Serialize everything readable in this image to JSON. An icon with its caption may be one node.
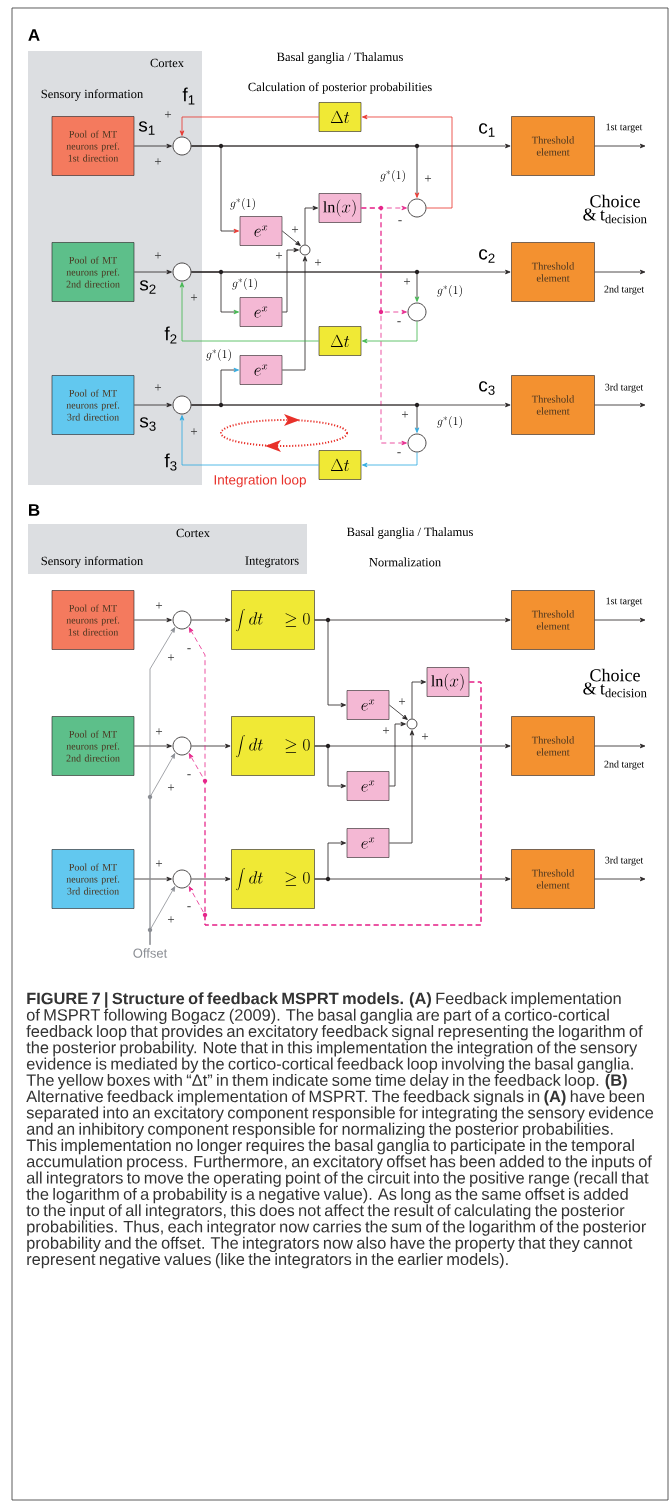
{
  "diagram": {
    "nodes": [
      {
        "text": [
          "Cortex",
          "Sensory information"
        ]
      },
      {
        "text": [
          "Pool of MT neurons pref. 1st direction"
        ],
        "in": 0
      },
      {
        "text": [
          "Pool of MT neurons pref. 2nd direction"
        ],
        "in": 0
      },
      {
        "text": [
          "Pool of MT neurons pref. 3rd direction"
        ],
        "in": 0
      },
      {
        "text": [],
        "shape": "circle",
        "in": 0
      },
      {
        "text": [],
        "shape": "circle",
        "in": 0
      },
      {
        "text": [],
        "shape": "circle",
        "in": 0
      },
      {
        "text": [
          "Threshold element"
        ]
      },
      {
        "text": [
          "Threshold element"
        ]
      },
      {
        "text": [
          "Threshold element"
        ]
      },
      {
        "text": [
          "e^{x}"
        ]
      },
      {
        "text": [
          "e^{x}"
        ]
      },
      {
        "text": [
          "e^{x}"
        ]
      },
      {
        "text": [],
        "shape": "circle"
      },
      {
        "text": [
          "\\ln(x)"
        ]
      },
      {
        "text": [],
        "shape": "circle"
      },
      {
        "text": [],
        "shape": "circle"
      },
      {
        "text": [],
        "shape": "circle"
      },
      {
        "text": [
          "\\Delta t"
        ]
      },
      {
        "text": [
          "\\Delta t"
        ]
      },
      {
        "text": [
          "\\Delta t"
        ]
      },
      {
        "text": [
          "Cortex",
          "Sensory information",
          "Integrators"
        ]
      },
      {
        "text": [
          "Pool of MT neurons pref. 1st direction"
        ]
      },
      {
        "text": [
          "Pool of MT neurons pref. 2nd direction"
        ]
      },
      {
        "text": [
          "Pool of MT neurons pref. 3rd direction"
        ]
      },
      {
        "text": [],
        "shape": "circle"
      },
      {
        "text": [],
        "shape": "circle"
      },
      {
        "text": [],
        "shape": "circle"
      },
      {
        "text": [
          "\\int dt \\quad \\geq 0"
        ]
      },
      {
        "text": [
          "\\int dt \\quad \\geq 0"
        ]
      },
      {
        "text": [
          "\\int dt \\quad \\geq 0"
        ]
      },
      {
        "text": [
          "Threshold element"
        ]
      },
      {
        "text": [
          "Threshold element"
        ]
      },
      {
        "text": [
          "Threshold element"
        ]
      },
      {
        "text": [
          "e^{x}"
        ]
      },
      {
        "text": [
          "e^{x}"
        ]
      },
      {
        "text": [
          "e^{x}"
        ]
      },
      {
        "text": [],
        "shape": "circle"
      },
      {
        "text": [
          "\\ln(x)"
        ]
      },
      {
        "text": [
          "Offset"
        ]
      }
    ],
    "edges": [
      {
        "from": 1,
        "to": 4,
        "arrow": "to",
        "label": "s$_{1}$"
      },
      {
        "from": 2,
        "to": 5,
        "arrow": "to",
        "label": "s$_{2}$"
      },
      {
        "from": 3,
        "to": 6,
        "arrow": "to",
        "label": "s$_{3}$"
      },
      {
        "from": 4,
        "to": 7,
        "arrow": "to",
        "label": "c$_{1}$"
      },
      {
        "from": 5,
        "to": 8,
        "arrow": "to",
        "label": "c$_{2}$"
      },
      {
        "from": 6,
        "to": 9,
        "arrow": "to",
        "label": "c$_{3}$"
      },
      {
        "from": 4,
        "to": 10,
        "arrow": "to"
      },
      {
        "from": 5,
        "to": 11,
        "arrow": "to"
      },
      {
        "from": 6,
        "to": 12,
        "arrow": "to"
      },
      {
        "from": 10,
        "to": 13,
        "arrow": "to"
      },
      {
        "from": 11,
        "to": 13,
        "arrow": "to"
      },
      {
        "from": 12,
        "to": 13,
        "arrow": "to"
      },
      {
        "from": 13,
        "to": 14,
        "arrow": "to"
      },
      {
        "from": 14,
        "to": 15,
        "arrow": "to",
        "style": "dashed",
        "color": "#e6268b"
      },
      {
        "from": 14,
        "to": 16,
        "arrow": "to",
        "style": "dashed",
        "color": "#e6268b"
      },
      {
        "from": 14,
        "to": 17,
        "arrow": "to",
        "style": "dashed",
        "color": "#e6268b"
      },
      {
        "from": 4,
        "to": 15,
        "arrow": "to"
      },
      {
        "from": 5,
        "to": 16,
        "arrow": "to"
      },
      {
        "from": 6,
        "to": 17,
        "arrow": "to"
      },
      {
        "from": 15,
        "to": 18,
        "arrow": "to",
        "color": "#e8312a"
      },
      {
        "from": 16,
        "to": 19,
        "arrow": "to",
        "color": "#3cb54a"
      },
      {
        "from": 17,
        "to": 20,
        "arrow": "to",
        "color": "#29a8e0"
      },
      {
        "from": 18,
        "to": 4,
        "arrow": "to",
        "color": "#e8312a",
        "label": "f$_{1}$"
      },
      {
        "from": 19,
        "to": 5,
        "arrow": "to",
        "color": "#3cb54a",
        "label": "f$_{2}$"
      },
      {
        "from": 20,
        "to": 6,
        "arrow": "to",
        "color": "#29a8e0",
        "label": "f$_{3}$"
      },
      {
        "from": 7,
        "to": null,
        "arrow": "to",
        "label": "1st target"
      },
      {
        "from": 8,
        "to": null,
        "arrow": "to",
        "label": "2nd target"
      },
      {
        "from": 9,
        "to": null,
        "arrow": "to",
        "label": "3rd target"
      },
      {
        "from": 22,
        "to": 25,
        "arrow": "to"
      },
      {
        "from": 23,
        "to": 26,
        "arrow": "to"
      },
      {
        "from": 24,
        "to": 27,
        "arrow": "to"
      },
      {
        "from": 25,
        "to": 28,
        "arrow": "to"
      },
      {
        "from": 26,
        "to": 29,
        "arrow": "to"
      },
      {
        "from": 27,
        "to": 30,
        "arrow": "to"
      },
      {
        "from": 28,
        "to": 31,
        "arrow": "to"
      },
      {
        "from": 29,
        "to": 32,
        "arrow": "to"
      },
      {
        "from": 30,
        "to": 33,
        "arrow": "to"
      },
      {
        "from": 28,
        "to": 34,
        "arrow": "to"
      },
      {
        "from": 29,
        "to": 35,
        "arrow": "to"
      },
      {
        "from": 30,
        "to": 36,
        "arrow": "to"
      },
      {
        "from": 34,
        "to": 37,
        "arrow": "to"
      },
      {
        "from": 35,
        "to": 37,
        "arrow": "to"
      },
      {
        "from": 36,
        "to": 37,
        "arrow": "to"
      },
      {
        "from": 37,
        "to": 38,
        "arrow": "to"
      },
      {
        "from": 38,
        "to": 25,
        "arrow": "to",
        "style": "dashed",
        "color": "#e6268b"
      },
      {
        "from": 38,
        "to": 26,
        "arrow": "to",
        "style": "dashed",
        "color": "#e6268b"
      },
      {
        "from": 38,
        "to": 27,
        "arrow": "to",
        "style": "dashed",
        "color": "#e6268b"
      },
      {
        "from": 39,
        "to": 25,
        "arrow": "to",
        "color": "#8a8d93"
      },
      {
        "from": 39,
        "to": 26,
        "arrow": "to",
        "color": "#8a8d93"
      },
      {
        "from": 39,
        "to": 27,
        "arrow": "to",
        "color": "#8a8d93"
      },
      {
        "from": 31,
        "to": null,
        "arrow": "to",
        "label": "1st target"
      },
      {
        "from": 32,
        "to": null,
        "arrow": "to",
        "label": "2nd target"
      },
      {
        "from": 33,
        "to": null,
        "arrow": "to",
        "label": "3rd target"
      }
    ],
    "labels": [
      "A",
      "Basal ganglia / Thalamus",
      "Calculation of posterior probabilities",
      "+",
      "+",
      "g^{*}(1)",
      "+",
      "Choice & t$_{decision}$",
      "g^{*}(1)",
      "-",
      "+",
      "+",
      "+",
      "+",
      "g^{*}(1)",
      "+",
      "+",
      "g^{*}(1)",
      "-",
      "g^{*}(1)",
      "+",
      "+",
      "g^{*}(1)",
      "+",
      "-",
      "Integration loop",
      "B",
      "Basal ganglia / Thalamus",
      "Normalization",
      "+",
      "Choice & t$_{decision}$",
      "+",
      "-",
      "+",
      "+",
      "+",
      "+",
      "-",
      "+",
      "+",
      "-",
      "+"
    ],
    "caption": "**FIGURE 7 | Structure of feedback MSPRT models. (A)** Feedback implementation of MSPRT following Bogacz (2009). The basal ganglia are part of a cortico-cortical feedback loop that provides an excitatory feedback signal representing the logarithm of the posterior probability. Note that in this implementation the integration of the sensory evidence is mediated by the cortico-cortical feedback loop involving the basal ganglia. The yellow boxes with “Δt” in them indicate some time delay in the feedback loop. **(B)** Alternative feedback implementation of MSPRT. The feedback signals in **(A)** have been separated into an excitatory component responsible for integrating the sensory evidence and an inhibitory component responsible for normalizing the posterior probabilities. This implementation no longer requires the basal ganglia to participate in the temporal accumulation process. Furthermore, an excitatory offset has been added to the inputs of all integrators to move the operating point of the circuit into the positive range (recall that the logarithm of a probability is a negative value). As long as the same offset is added to the input of all integrators, this does not affect the result of calculating the posterior probabilities. Thus, each integrator now carries the sum of the logarithm of the posterior probability and the offset. The integrators now also have the property that they cannot represent negative values (like the integrators in the earlier models)."
  }
}
